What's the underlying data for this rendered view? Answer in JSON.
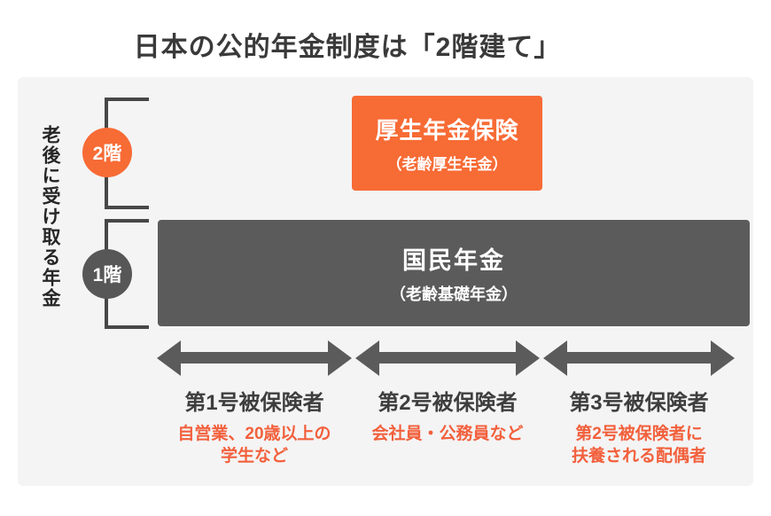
{
  "title": "日本の公的年金制度は「2階建て」",
  "side_label": "老後に受け取る年金",
  "floors": {
    "second": {
      "badge": "2階",
      "box_title": "厚生年金保険",
      "box_subtitle": "（老齢厚生年金）"
    },
    "first": {
      "badge": "1階",
      "box_title": "国民年金",
      "box_subtitle": "（老齢基礎年金）"
    }
  },
  "categories": [
    {
      "label": "第1号被保険者",
      "description": "自営業、20歳以上の\n学生など"
    },
    {
      "label": "第2号被保険者",
      "description": "会社員・公務員など"
    },
    {
      "label": "第3号被保険者",
      "description": "第2号被保険者に\n扶養される配偶者"
    }
  ],
  "colors": {
    "accent_orange": "#F76B35",
    "box_gray": "#5B5B5B",
    "bracket_gray": "#474747",
    "orange_text": "#F2603C",
    "panel_background": "#F4F4F5",
    "title_text": "#3A3A3A"
  }
}
